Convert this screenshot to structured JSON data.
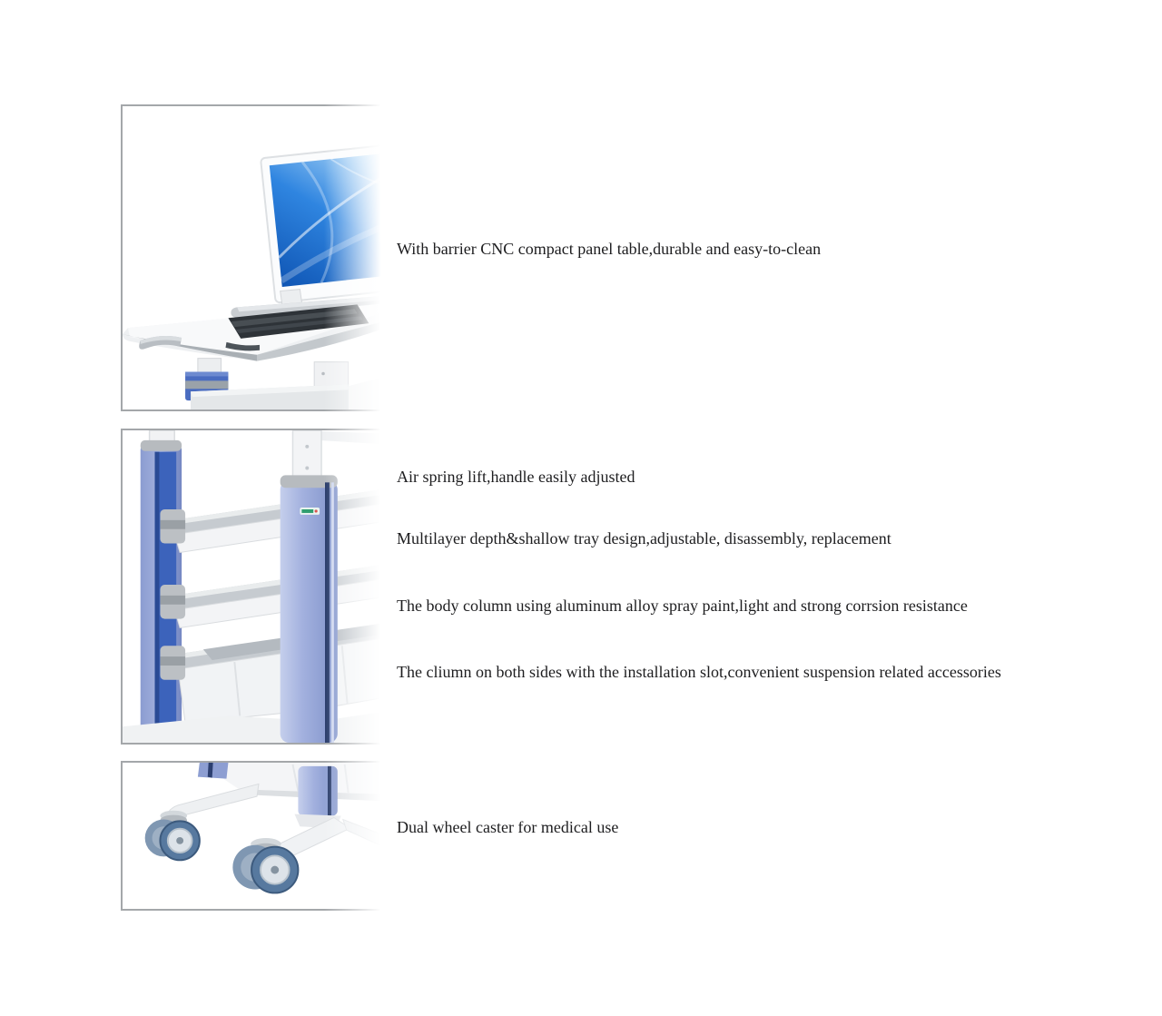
{
  "page": {
    "background": "#ffffff",
    "text_color": "#1d1d1f"
  },
  "colors": {
    "frame_border": "#a4a7aa",
    "screen_blue": "#2f85e0",
    "column_periwinkle": "#9aa9d8",
    "column_accent_blue": "#3c63bb",
    "column_navy_stripe": "#273a69",
    "caster_wheel_blue": "#57799f",
    "plastic_light_gray": "#f2f3f5"
  },
  "figures": [
    {
      "name": "monitor-and-panel-table-photo"
    },
    {
      "name": "trays-and-columns-photo"
    },
    {
      "name": "caster-base-photo"
    }
  ],
  "captions": [
    "With barrier CNC compact panel table,durable and easy-to-clean",
    "Air spring lift,handle easily adjusted",
    "Multilayer depth&shallow tray design,adjustable, disassembly, replacement",
    "The body column using aluminum alloy spray paint,light and strong corrsion resistance",
    "The cliumn on both sides with the installation slot,convenient suspension related accessories",
    "Dual wheel caster for medical use"
  ]
}
